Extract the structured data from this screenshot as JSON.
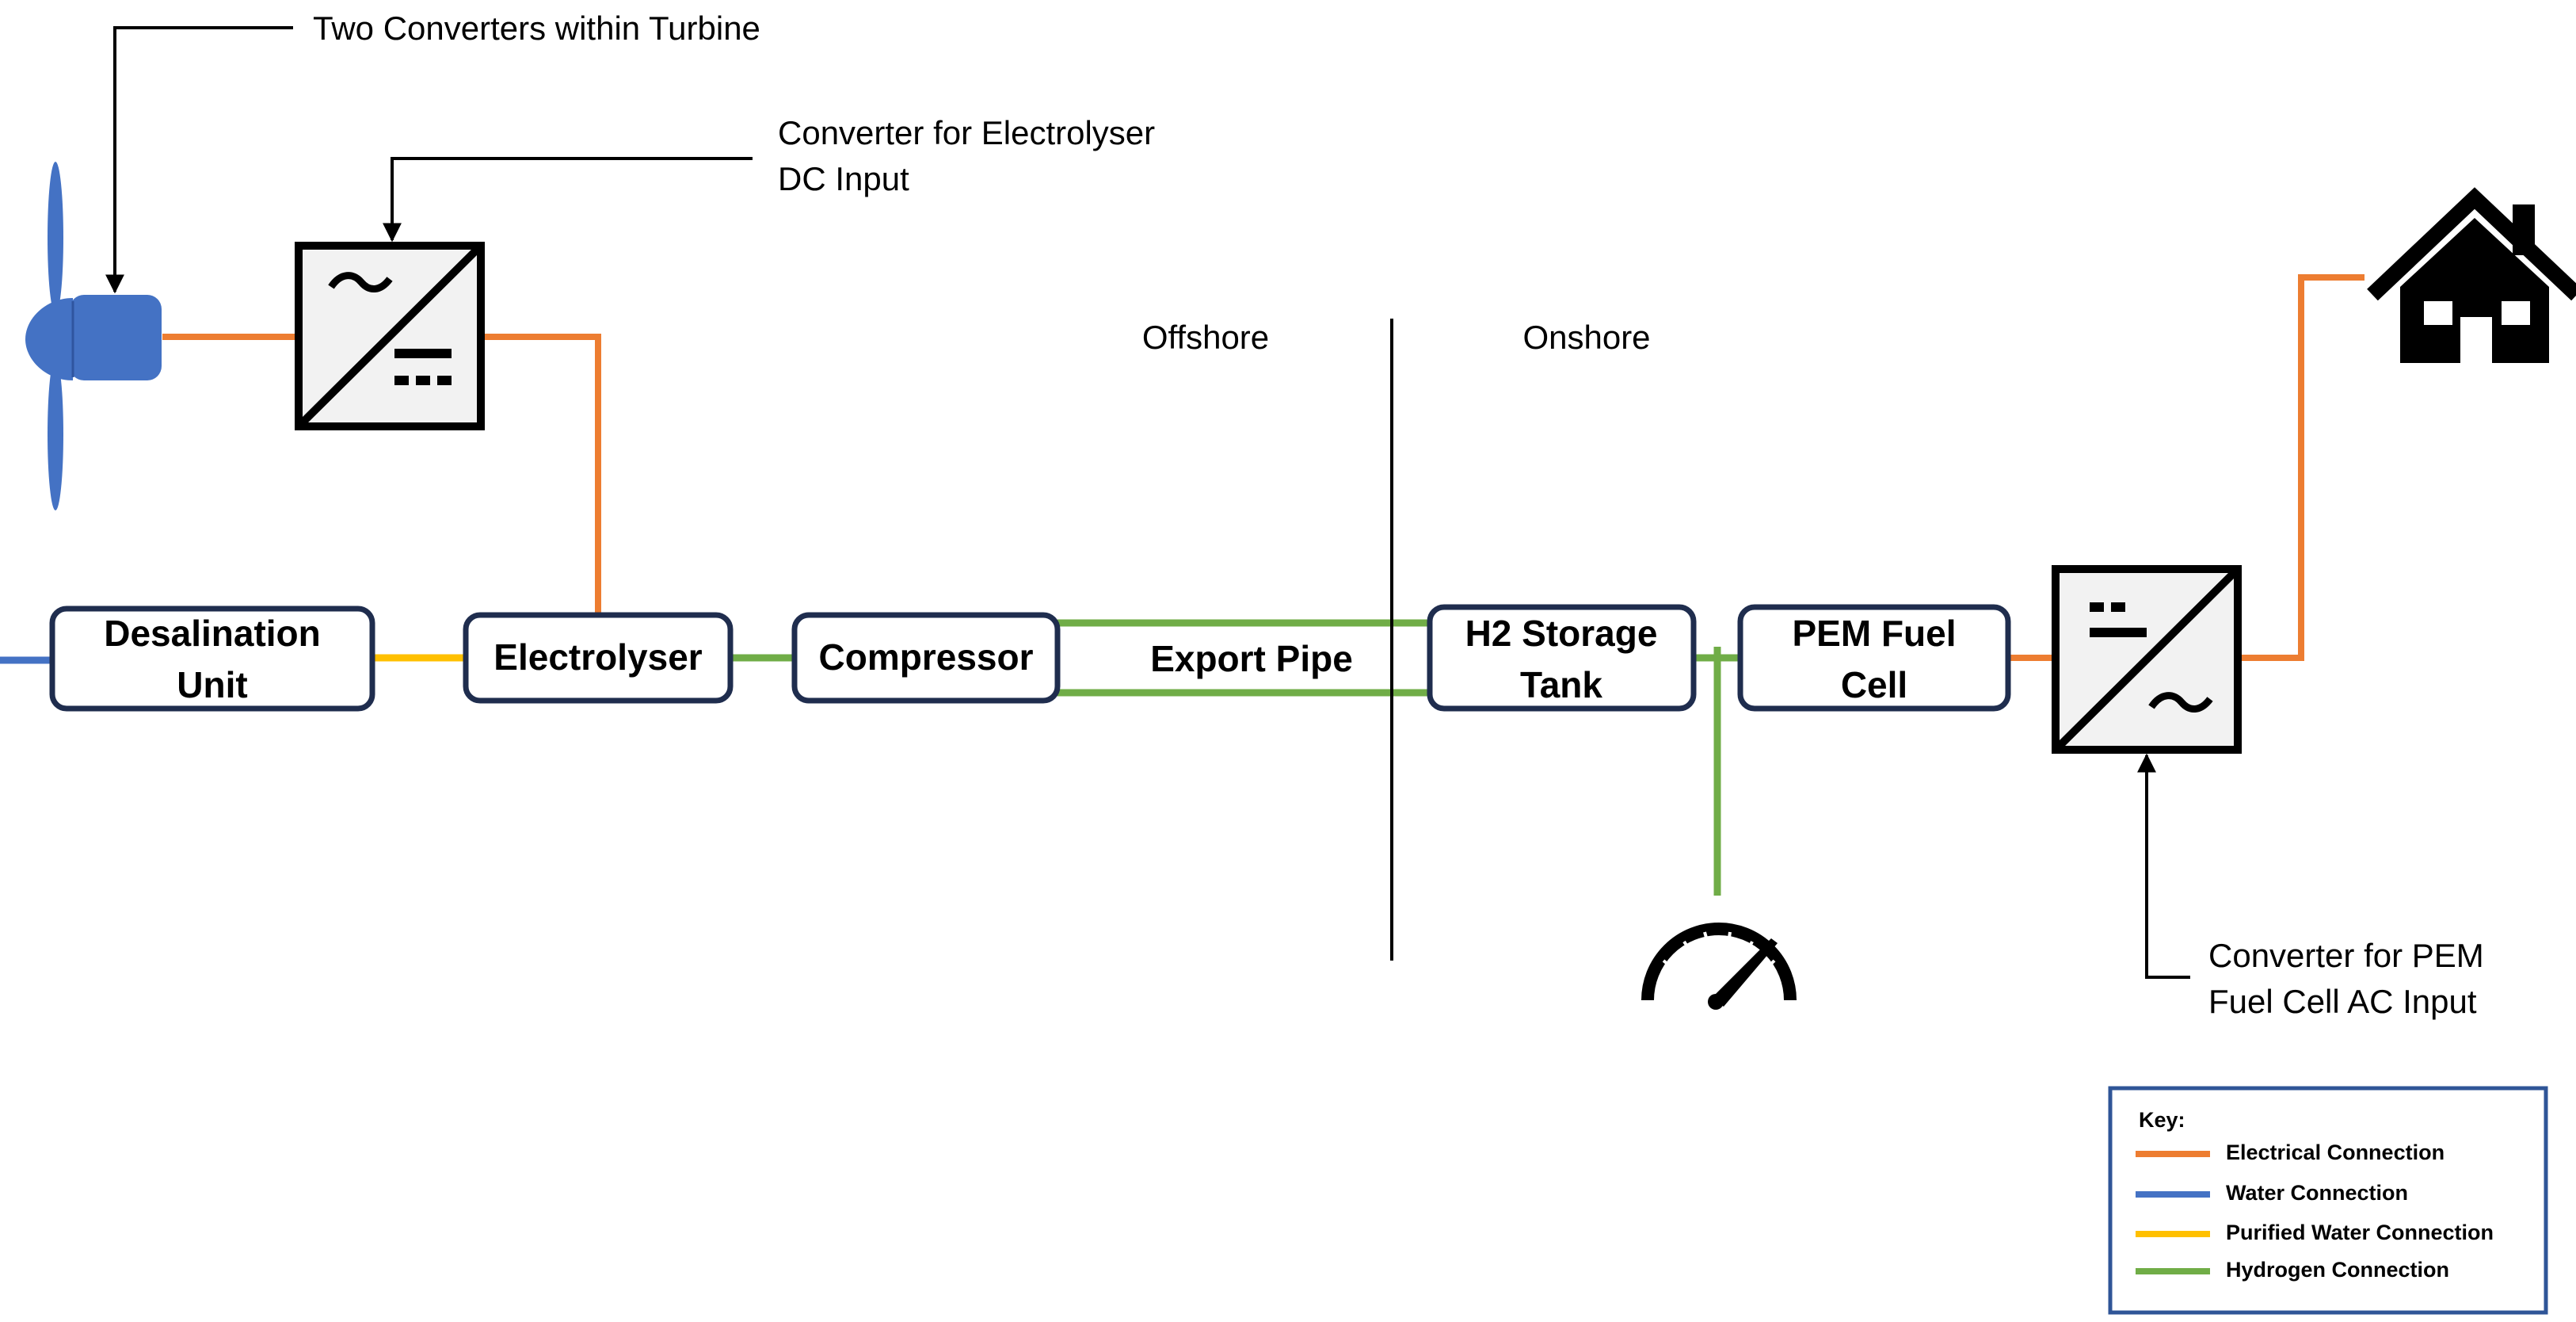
{
  "colors": {
    "electrical": "#ED7D31",
    "water": "#4472C4",
    "purified_water": "#FFC000",
    "hydrogen": "#70AD47",
    "box_border": "#1F2D4E",
    "key_border": "#2F5597"
  },
  "labels": {
    "turbine_converters": "Two Converters within Turbine",
    "electrolyser_converter_line1": "Converter for Electrolyser",
    "electrolyser_converter_line2": "DC Input",
    "fuelcell_converter_line1": "Converter for PEM",
    "fuelcell_converter_line2": "Fuel Cell AC Input",
    "offshore": "Offshore",
    "onshore": "Onshore",
    "export_pipe": "Export Pipe"
  },
  "components": {
    "desalination": [
      "Desalination",
      "Unit"
    ],
    "electrolyser": "Electrolyser",
    "compressor": "Compressor",
    "storage": [
      "H2 Storage",
      "Tank"
    ],
    "fuel_cell": [
      "PEM Fuel",
      "Cell"
    ]
  },
  "icons": [
    "wind-turbine-icon",
    "ac-dc-converter-icon",
    "dc-ac-converter-icon",
    "pressure-gauge-icon",
    "house-icon"
  ],
  "key": {
    "title": "Key:",
    "items": [
      {
        "label": "Electrical Connection",
        "color": "#ED7D31"
      },
      {
        "label": "Water Connection",
        "color": "#4472C4"
      },
      {
        "label": "Purified Water Connection",
        "color": "#FFC000"
      },
      {
        "label": "Hydrogen Connection",
        "color": "#70AD47"
      }
    ]
  }
}
